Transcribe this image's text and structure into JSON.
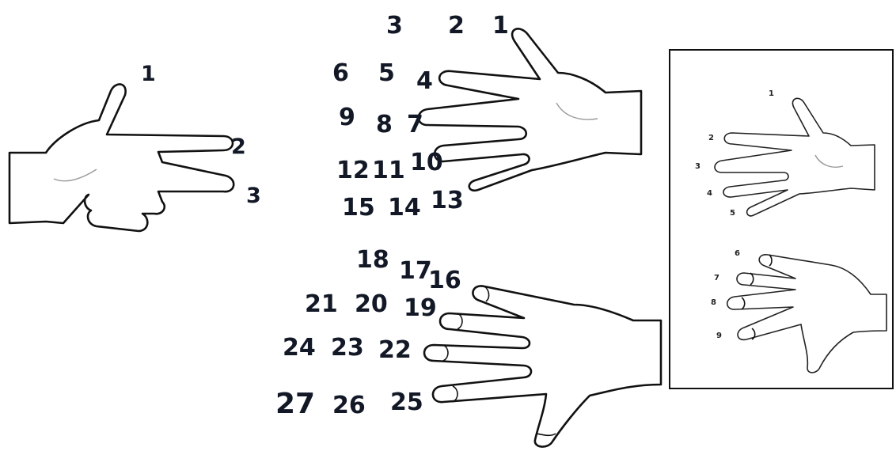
{
  "figures": {
    "left_hand": {
      "labels": [
        "1",
        "2",
        "3"
      ]
    },
    "back_hand_top": {
      "labels": [
        "3",
        "2",
        "1",
        "6",
        "5",
        "4",
        "9",
        "8",
        "7",
        "12",
        "11",
        "10",
        "15",
        "14",
        "13"
      ]
    },
    "palm_hand_bottom": {
      "labels": [
        "18",
        "17",
        "16",
        "21",
        "20",
        "19",
        "24",
        "23",
        "22",
        "27",
        "26",
        "25"
      ]
    },
    "inset": {
      "upper_labels": [
        "1",
        "2",
        "3",
        "4",
        "5"
      ],
      "lower_labels": [
        "6",
        "7",
        "8",
        "9"
      ]
    }
  }
}
